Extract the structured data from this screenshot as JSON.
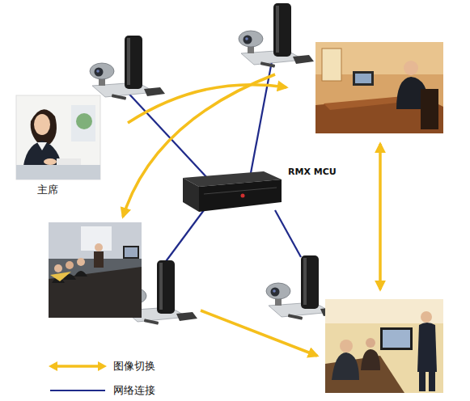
{
  "diagram": {
    "nodes": [
      {
        "text": [
          "主席"
        ]
      },
      {
        "text": [
          "RMX MCU"
        ]
      }
    ],
    "legend": [
      {
        "text": "图像切换"
      },
      {
        "text": "网络连接"
      }
    ]
  }
}
